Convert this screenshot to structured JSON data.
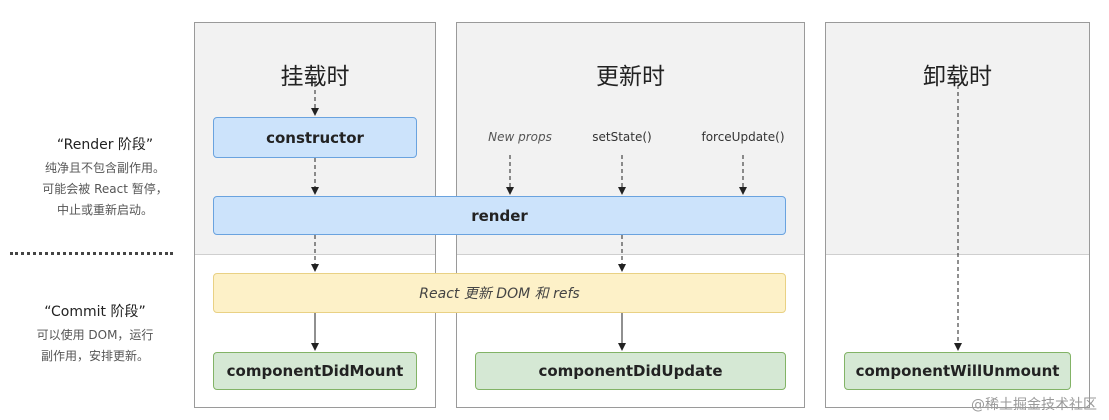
{
  "phases": {
    "mount": {
      "title": "挂载时"
    },
    "update": {
      "title": "更新时"
    },
    "unmount": {
      "title": "卸载时"
    }
  },
  "sidebar": {
    "render_phase": {
      "title": "“Render 阶段”",
      "lines": [
        "纯净且不包含副作用。",
        "可能会被 React 暂停，",
        "中止或重新启动。"
      ]
    },
    "commit_phase": {
      "title": "“Commit 阶段”",
      "lines": [
        "可以使用 DOM，运行",
        "副作用，安排更新。"
      ]
    }
  },
  "triggers": {
    "new_props": "New props",
    "set_state": "setState()",
    "force_update": "forceUpdate()"
  },
  "boxes": {
    "constructor": "constructor",
    "render": "render",
    "react_updates_dom": "React 更新 DOM 和 refs",
    "component_did_mount": "componentDidMount",
    "component_did_update": "componentDidUpdate",
    "component_will_unmount": "componentWillUnmount"
  },
  "watermark": "@稀土掘金技术社区",
  "colors": {
    "render_box": "#cce3fb",
    "commit_box": "#fdf1c8",
    "lifecycle_box": "#d5e8d4",
    "panel_top": "#f2f2f2"
  }
}
